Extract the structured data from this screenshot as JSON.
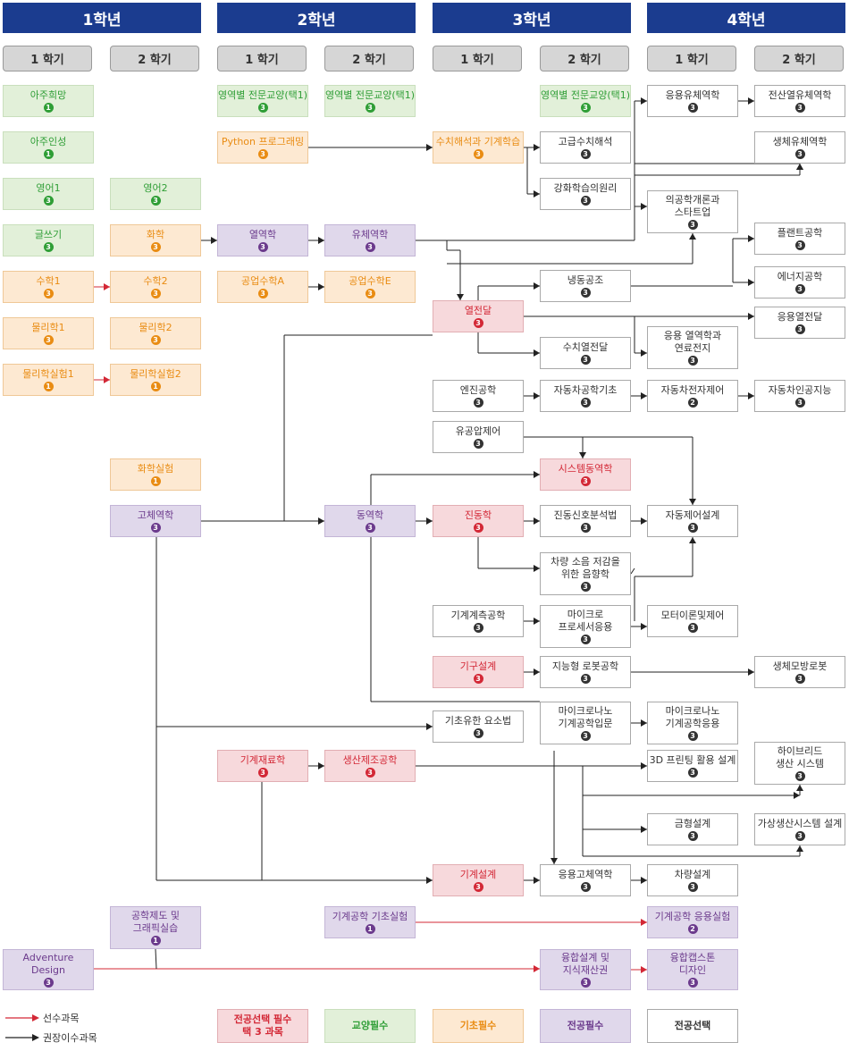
{
  "years": [
    "1학년",
    "2학년",
    "3학년",
    "4학년"
  ],
  "semesters": [
    "1 학기",
    "2 학기"
  ],
  "legend": {
    "prereq": "선수과목",
    "recommended": "권장이수과목",
    "categories": [
      {
        "key": "selreq",
        "label": "전공선택 필수\n택 3 과목"
      },
      {
        "key": "gen",
        "label": "교양필수"
      },
      {
        "key": "basic",
        "label": "기초필수"
      },
      {
        "key": "majreq",
        "label": "전공필수"
      },
      {
        "key": "sel",
        "label": "전공선택"
      }
    ]
  },
  "courses": {
    "c1": {
      "name": "아주희망",
      "credit": "1",
      "type": "gen"
    },
    "c2": {
      "name": "아주인성",
      "credit": "1",
      "type": "gen"
    },
    "c3": {
      "name": "영어1",
      "credit": "3",
      "type": "gen"
    },
    "c4": {
      "name": "영어2",
      "credit": "3",
      "type": "gen"
    },
    "c5": {
      "name": "글쓰기",
      "credit": "3",
      "type": "gen"
    },
    "c6": {
      "name": "화학",
      "credit": "3",
      "type": "basic"
    },
    "c7": {
      "name": "수학1",
      "credit": "3",
      "type": "basic"
    },
    "c8": {
      "name": "수학2",
      "credit": "3",
      "type": "basic"
    },
    "c9": {
      "name": "물리학1",
      "credit": "3",
      "type": "basic"
    },
    "c10": {
      "name": "물리학2",
      "credit": "3",
      "type": "basic"
    },
    "c11": {
      "name": "물리학실험1",
      "credit": "1",
      "type": "basic"
    },
    "c12": {
      "name": "물리학실험2",
      "credit": "1",
      "type": "basic"
    },
    "c13": {
      "name": "화학실험",
      "credit": "1",
      "type": "basic"
    },
    "c14": {
      "name": "고체역학",
      "credit": "3",
      "type": "majreq"
    },
    "c15": {
      "name": "공학제도 및\n그래픽실습",
      "credit": "1",
      "type": "majreq"
    },
    "c16": {
      "name": "Adventure\nDesign",
      "credit": "3",
      "type": "majreq"
    },
    "c17": {
      "name": "영역별 전문교양(택1)",
      "credit": "3",
      "type": "gen"
    },
    "c18": {
      "name": "영역별 전문교양(택1)",
      "credit": "3",
      "type": "gen"
    },
    "c19": {
      "name": "Python 프로그래밍",
      "credit": "3",
      "type": "basic"
    },
    "c20": {
      "name": "열역학",
      "credit": "3",
      "type": "majreq"
    },
    "c21": {
      "name": "유체역학",
      "credit": "3",
      "type": "majreq"
    },
    "c22": {
      "name": "공업수학A",
      "credit": "3",
      "type": "basic"
    },
    "c23": {
      "name": "공업수학E",
      "credit": "3",
      "type": "basic"
    },
    "c24": {
      "name": "동역학",
      "credit": "3",
      "type": "majreq"
    },
    "c25": {
      "name": "기계재료학",
      "credit": "3",
      "type": "selreq"
    },
    "c26": {
      "name": "생산제조공학",
      "credit": "3",
      "type": "selreq"
    },
    "c27": {
      "name": "기계공학 기초실험",
      "credit": "1",
      "type": "majreq"
    },
    "c28": {
      "name": "수치해석과 기계학습",
      "credit": "3",
      "type": "basic"
    },
    "c29": {
      "name": "열전달",
      "credit": "3",
      "type": "selreq"
    },
    "c30": {
      "name": "엔진공학",
      "credit": "3",
      "type": "sel"
    },
    "c31": {
      "name": "유공압제어",
      "credit": "3",
      "type": "sel"
    },
    "c32": {
      "name": "진동학",
      "credit": "3",
      "type": "selreq"
    },
    "c33": {
      "name": "기계계측공학",
      "credit": "3",
      "type": "sel"
    },
    "c34": {
      "name": "기구설계",
      "credit": "3",
      "type": "selreq"
    },
    "c35": {
      "name": "기초유한 요소법",
      "credit": "3",
      "type": "sel"
    },
    "c36": {
      "name": "기계설계",
      "credit": "3",
      "type": "selreq"
    },
    "c37": {
      "name": "영역별 전문교양(택1)",
      "credit": "3",
      "type": "gen"
    },
    "c38": {
      "name": "고급수치해석",
      "credit": "3",
      "type": "sel"
    },
    "c39": {
      "name": "강화학습의원리",
      "credit": "3",
      "type": "sel"
    },
    "c40": {
      "name": "냉동공조",
      "credit": "3",
      "type": "sel"
    },
    "c41": {
      "name": "수치열전달",
      "credit": "3",
      "type": "sel"
    },
    "c42": {
      "name": "자동차공학기초",
      "credit": "3",
      "type": "sel"
    },
    "c43": {
      "name": "시스템동역학",
      "credit": "3",
      "type": "selreq"
    },
    "c44": {
      "name": "진동신호분석법",
      "credit": "3",
      "type": "sel"
    },
    "c45": {
      "name": "차량 소음 저감을\n위한 음향학",
      "credit": "3",
      "type": "sel"
    },
    "c46": {
      "name": "마이크로\n프로세서응용",
      "credit": "3",
      "type": "sel"
    },
    "c47": {
      "name": "지능형 로봇공학",
      "credit": "3",
      "type": "sel"
    },
    "c48": {
      "name": "마이크로나노\n기계공학입문",
      "credit": "3",
      "type": "sel"
    },
    "c49": {
      "name": "응용고체역학",
      "credit": "3",
      "type": "sel"
    },
    "c50": {
      "name": "융합설계 및\n지식재산권",
      "credit": "3",
      "type": "majreq"
    },
    "c51": {
      "name": "응용유체역학",
      "credit": "3",
      "type": "sel"
    },
    "c52": {
      "name": "의공학개론과\n스타트업",
      "credit": "3",
      "type": "sel"
    },
    "c53": {
      "name": "응용 열역학과\n연료전지",
      "credit": "3",
      "type": "sel"
    },
    "c54": {
      "name": "자동차전자제어",
      "credit": "2",
      "type": "sel"
    },
    "c55": {
      "name": "자동제어설계",
      "credit": "3",
      "type": "sel"
    },
    "c56": {
      "name": "모터이론및제어",
      "credit": "3",
      "type": "sel"
    },
    "c57": {
      "name": "마이크로나노\n기계공학응용",
      "credit": "3",
      "type": "sel"
    },
    "c58": {
      "name": "3D 프린팅 활용 설계",
      "credit": "3",
      "type": "sel"
    },
    "c59": {
      "name": "금형설계",
      "credit": "3",
      "type": "sel"
    },
    "c60": {
      "name": "차량설계",
      "credit": "3",
      "type": "sel"
    },
    "c61": {
      "name": "기계공학 응용실험",
      "credit": "2",
      "type": "majreq"
    },
    "c62": {
      "name": "융합캡스톤\n디자인",
      "credit": "3",
      "type": "majreq"
    },
    "c63": {
      "name": "전산열유체역학",
      "credit": "3",
      "type": "sel"
    },
    "c64": {
      "name": "생체유체역학",
      "credit": "3",
      "type": "sel"
    },
    "c65": {
      "name": "플랜트공학",
      "credit": "3",
      "type": "sel"
    },
    "c66": {
      "name": "에너지공학",
      "credit": "3",
      "type": "sel"
    },
    "c67": {
      "name": "응용열전달",
      "credit": "3",
      "type": "sel"
    },
    "c68": {
      "name": "자동차인공지능",
      "credit": "3",
      "type": "sel"
    },
    "c69": {
      "name": "생체모방로봇",
      "credit": "3",
      "type": "sel"
    },
    "c70": {
      "name": "하이브리드\n생산 시스템",
      "credit": "3",
      "type": "sel"
    },
    "c71": {
      "name": "가상생산시스템 설계",
      "credit": "3",
      "type": "sel"
    }
  },
  "colors": {
    "header": "#1b3c8f",
    "prereq_arrow": "#d32836",
    "recommended_arrow": "#222222"
  }
}
